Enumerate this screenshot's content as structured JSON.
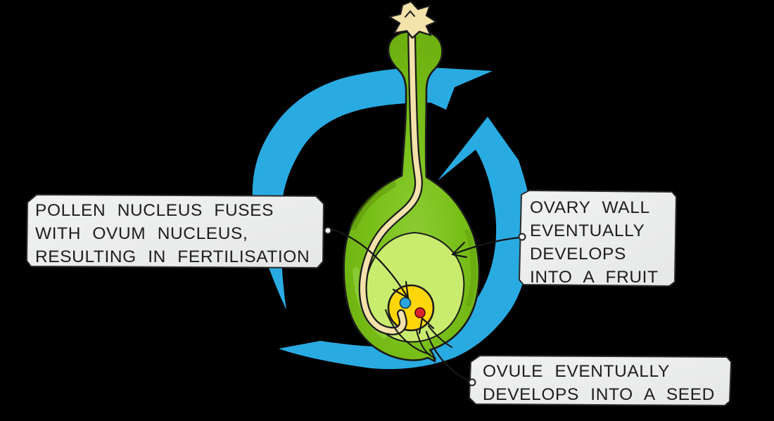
{
  "diagram": {
    "labels": {
      "fusion": "POLLEN NUCLEUS FUSES\nWITH OVUM NUCLEUS,\nRESULTING IN FERTILISATION",
      "ovary_wall": "OVARY WALL\nEVENTUALLY\nDEVELOPS\nINTO A FRUIT",
      "ovule": "OVULE EVENTUALLY\nDEVELOPS INTO A SEED"
    },
    "shapes": [
      "cycle-arrow-top",
      "cycle-arrow-bottom",
      "pollen-grain",
      "stigma-style-ovary",
      "pollen-tube",
      "ovule",
      "embryo-sac",
      "pollen-nucleus",
      "ovum-nucleus"
    ]
  },
  "palette": {
    "background": "#000000",
    "cycle_blue": "#29abe2",
    "carpel_green": "#79bf19",
    "carpel_green_light": "#8ccd33",
    "carpel_green_dark": "#69ab0d",
    "ovule_green": "#c9ec6e",
    "embryo_yellow": "#ffd60a",
    "pollen_nucleus_blue": "#2ba6dd",
    "ovum_nucleus_red": "#d8232b",
    "pollen_cream": "#f4e2ab",
    "outline_black": "#1a1a1a",
    "label_bg": "#ebebeb",
    "label_border": "#2b2b2b",
    "label_text": "#1e1e1e"
  }
}
